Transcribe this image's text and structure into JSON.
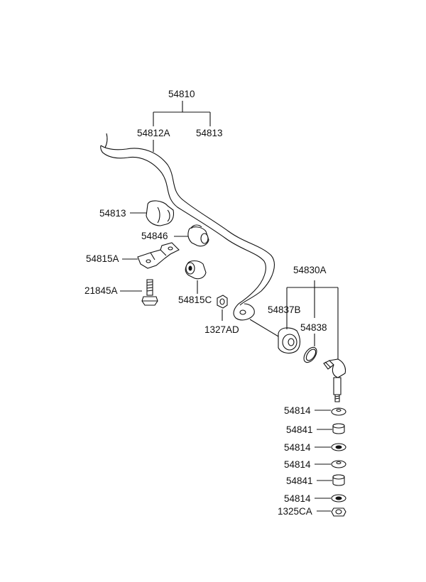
{
  "diagram": {
    "labels": {
      "p54810": "54810",
      "p54812A": "54812A",
      "p54813_top": "54813",
      "p54813": "54813",
      "p54846": "54846",
      "p54815A": "54815A",
      "p21845A": "21845A",
      "p54815C": "54815C",
      "p1327AD": "1327AD",
      "p54830A": "54830A",
      "p54837B": "54837B",
      "p54838": "54838",
      "p54814_1": "54814",
      "p54841_1": "54841",
      "p54814_2": "54814",
      "p54814_3": "54814",
      "p54841_2": "54841",
      "p54814_4": "54814",
      "p1325CA": "1325CA"
    }
  }
}
